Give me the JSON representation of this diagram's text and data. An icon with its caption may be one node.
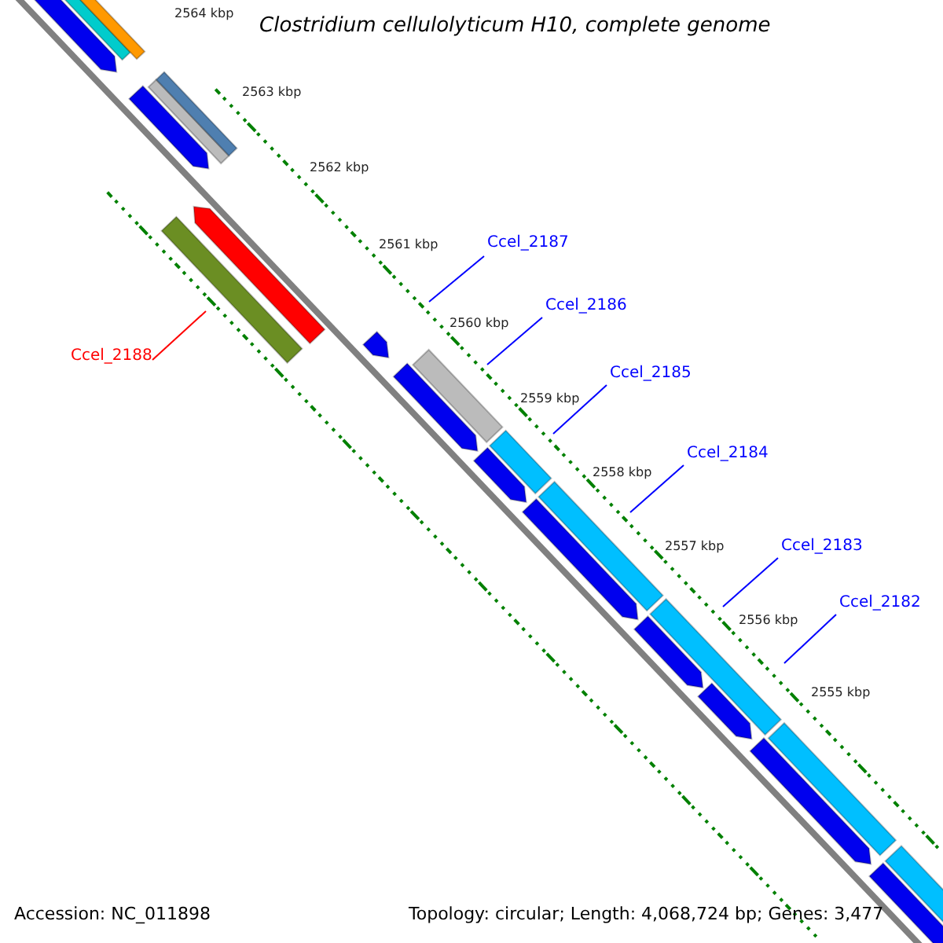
{
  "diagram": {
    "title": "Clostridium cellulolyticum H10, complete genome",
    "nodes": [
      {
        "text": [
          "Ccel_2187"
        ]
      },
      {
        "text": [
          "Ccel_2186"
        ]
      },
      {
        "text": [
          "Ccel_2188"
        ]
      },
      {
        "text": [
          "Ccel_2185"
        ]
      },
      {
        "text": [
          "Ccel_2184"
        ]
      },
      {
        "text": [
          "Ccel_2183"
        ]
      },
      {
        "text": [
          "Ccel_2182"
        ]
      }
    ],
    "edges": [
      {
        "from": 0,
        "to": null,
        "arrow": "none"
      },
      {
        "from": 1,
        "to": null,
        "arrow": "none"
      },
      {
        "from": 2,
        "to": null,
        "arrow": "none",
        "color": "#ff0000"
      },
      {
        "from": 3,
        "to": null,
        "arrow": "none"
      },
      {
        "from": 4,
        "to": null,
        "arrow": "none"
      },
      {
        "from": 5,
        "to": null,
        "arrow": "none"
      },
      {
        "from": 6,
        "to": null,
        "arrow": "none"
      }
    ],
    "labels": [
      "2564 kbp",
      "2563 kbp",
      "2562 kbp",
      "2561 kbp",
      "2560 kbp",
      "2559 kbp",
      "2558 kbp",
      "2557 kbp",
      "2556 kbp",
      "2555 kbp",
      "Accession: NC_011898",
      "Topology: circular; Length: 4,068,724 bp; Genes: 3,477"
    ]
  }
}
